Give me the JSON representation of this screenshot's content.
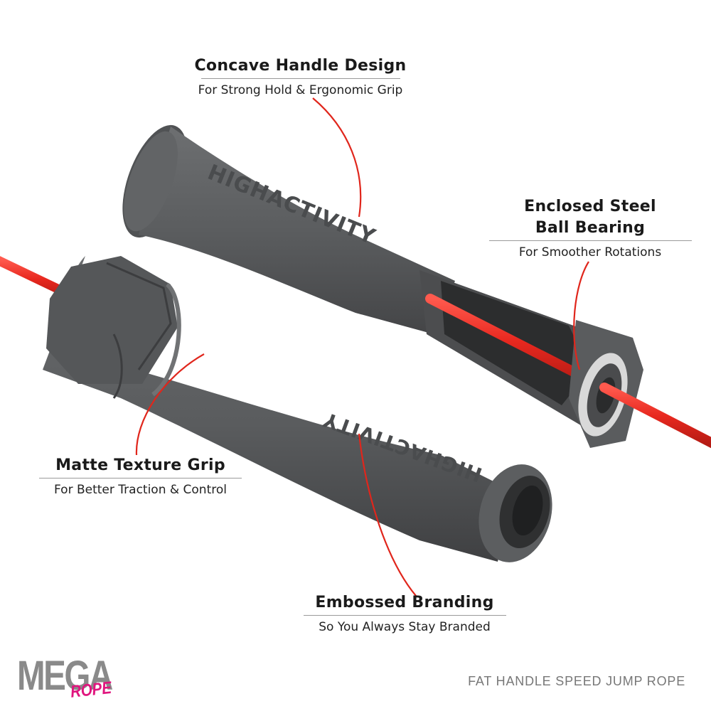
{
  "callouts": {
    "concave": {
      "title": "Concave Handle Design",
      "sub": "For Strong Hold & Ergonomic Grip"
    },
    "bearing": {
      "title_line1": "Enclosed Steel",
      "title_line2": "Ball Bearing",
      "sub": "For Smoother Rotations"
    },
    "matte": {
      "title": "Matte Texture Grip",
      "sub": "For Better Traction & Control"
    },
    "embossed": {
      "title": "Embossed Branding",
      "sub": "So You Always Stay Branded"
    }
  },
  "handle_branding": {
    "top": "HIGHACTIVITY",
    "bottom": "HIGHACTIVITY"
  },
  "logo": {
    "word1": "MEGA",
    "word2": "ROPE"
  },
  "tagline": "FAT HANDLE SPEED JUMP ROPE",
  "colors": {
    "rope": "#e8281f",
    "handle": "#5c5e60",
    "handle_dark": "#3e3f41",
    "leader_line": "#e0261c",
    "logo_gray": "#8a8a8a",
    "logo_pink": "#e0157e"
  },
  "icons": {
    "rope": "red-cable",
    "handles": "grey-handle",
    "bearing": "steel-ring"
  }
}
